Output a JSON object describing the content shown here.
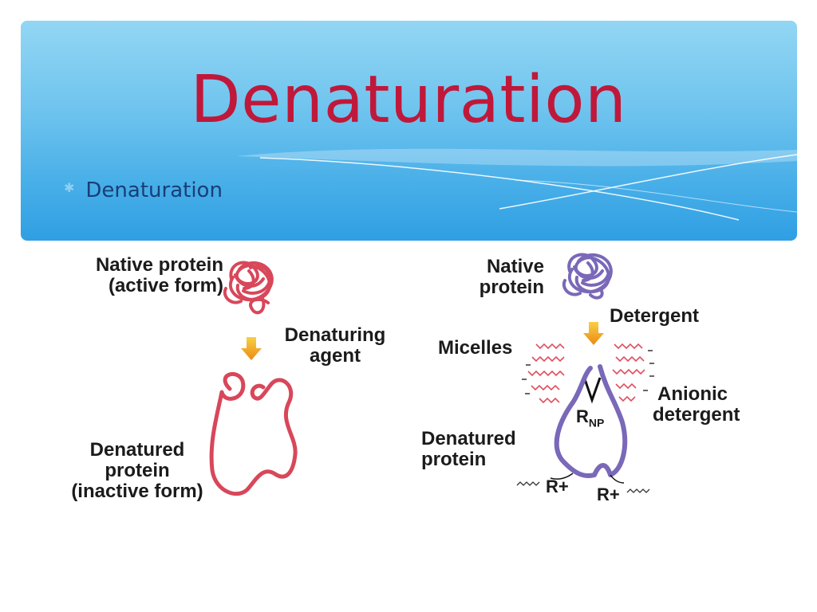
{
  "slide": {
    "title": "Denaturation",
    "bullets": [
      "Denaturation"
    ]
  },
  "left_panel": {
    "native_line1": "Native protein",
    "native_line2": "(active form)",
    "agent_line1": "Denaturing",
    "agent_line2": "agent",
    "denatured_line1": "Denatured",
    "denatured_line2": "protein",
    "denatured_line3": "(inactive form)"
  },
  "right_panel": {
    "native_line1": "Native",
    "native_line2": "protein",
    "detergent": "Detergent",
    "micelles": "Micelles",
    "anionic_line1": "Anionic",
    "anionic_line2": "detergent",
    "denatured_line1": "Denatured",
    "denatured_line2": "protein",
    "r_np": "R",
    "r_np_sub": "NP",
    "r_plus_left": "R+",
    "r_plus_right": "R+"
  },
  "colors": {
    "title": "#c0183a",
    "header_blue": "#47aee8",
    "red_protein": "#d8475a",
    "purple_protein": "#7a68b8",
    "arrow": "#f2a31b"
  }
}
